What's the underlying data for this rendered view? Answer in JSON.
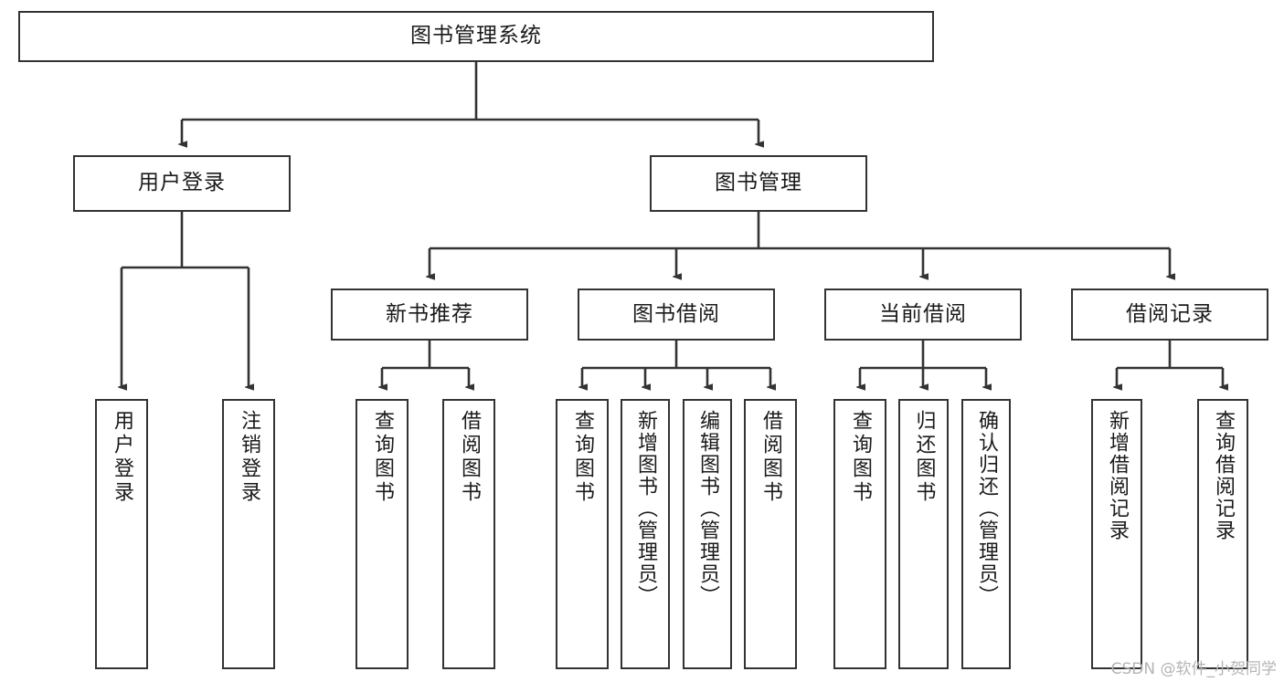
{
  "diagram": {
    "type": "tree",
    "title": "图书管理系统",
    "orientation": "top-down",
    "colors": {
      "box_border": "#333333",
      "box_fill": "#ffffff",
      "connector": "#333333",
      "text": "#1a1a1a",
      "watermark": "#b4b4b4",
      "background": "#ffffff"
    },
    "root": {
      "label": "图书管理系统"
    },
    "level2": [
      {
        "label": "用户登录"
      },
      {
        "label": "图书管理"
      }
    ],
    "level3": [
      {
        "label": "新书推荐"
      },
      {
        "label": "图书借阅"
      },
      {
        "label": "当前借阅"
      },
      {
        "label": "借阅记录"
      }
    ],
    "leaves": {
      "user_login": [
        {
          "label": "用户登录"
        },
        {
          "label": "注销登录"
        }
      ],
      "new_book_recommend": [
        {
          "label": "查询图书"
        },
        {
          "label": "借阅图书"
        }
      ],
      "book_borrow": [
        {
          "label": "查询图书"
        },
        {
          "label": "新增图书（管理员）"
        },
        {
          "label": "编辑图书（管理员）"
        },
        {
          "label": "借阅图书"
        }
      ],
      "current_borrow": [
        {
          "label": "查询图书"
        },
        {
          "label": "归还图书"
        },
        {
          "label": "确认归还（管理员）"
        }
      ],
      "borrow_record": [
        {
          "label": "新增借阅记录"
        },
        {
          "label": "查询借阅记录"
        }
      ]
    }
  },
  "watermark": {
    "text": "CSDN @软件_小贺同学"
  }
}
